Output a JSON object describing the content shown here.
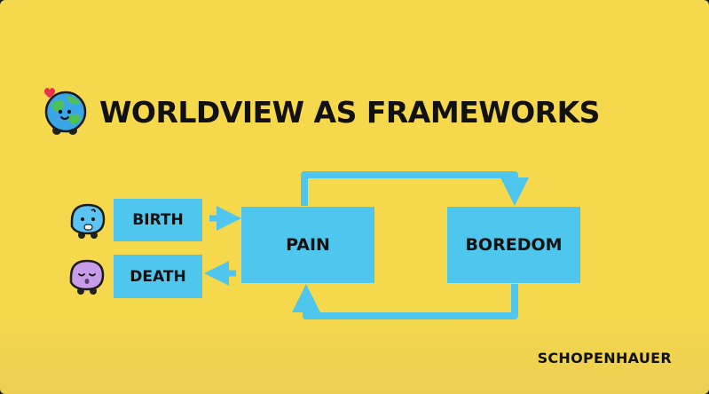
{
  "title": "WORLDVIEW AS FRAMEWORKS",
  "nodes": {
    "birth": "BIRTH",
    "death": "DEATH",
    "pain": "PAIN",
    "boredom": "BOREDOM"
  },
  "attribution": "SCHOPENHAUER",
  "icons": {
    "title": "earth-globe-with-heart-icon",
    "birth": "baby-waze-icon",
    "death": "ghost-waze-icon"
  },
  "colors": {
    "background": "#f5d84b",
    "box": "#4ec6ee",
    "text": "#111111"
  }
}
